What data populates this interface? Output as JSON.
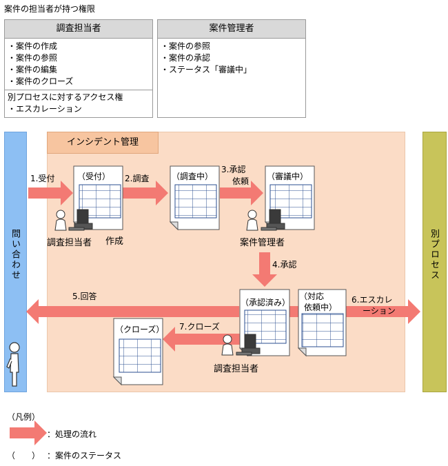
{
  "title": "案件の担当者が持つ権限",
  "roles": {
    "investigator": {
      "heading": "調査担当者",
      "items": [
        "・案件の作成",
        "・案件の参照",
        "・案件の編集",
        "・案件のクローズ"
      ],
      "sub_heading": "別プロセスに対するアクセス権",
      "sub_items": [
        "・エスカレーション"
      ]
    },
    "manager": {
      "heading": "案件管理者",
      "items": [
        "・案件の参照",
        "・案件の承認",
        "・ステータス「審議中」"
      ]
    }
  },
  "lanes": {
    "inquiry": "問い合わせ",
    "incident": "インシデント管理",
    "other_process": "別プロセス"
  },
  "docs": {
    "received": "（受付）",
    "investigating": "（調査中）",
    "deliberating": "（審議中）",
    "approved": "（承認済み）",
    "handling_line1": "（対応",
    "handling_line2": "依頼中）",
    "closed": "（クローズ）"
  },
  "steps": {
    "s1": "1.受付",
    "s2": "2.調査",
    "s3_line1": "3.承認",
    "s3_line2": "依頼",
    "s4": "4.承認",
    "s5": "5.回答",
    "s6_part1": "6.エスカレ",
    "s6_part2": "ーション",
    "s7": "7.クローズ"
  },
  "actors": {
    "investigator_top": "調査担当者",
    "create": "作成",
    "manager": "案件管理者",
    "investigator_bottom": "調査担当者"
  },
  "legend": {
    "heading": "（凡例）",
    "arrow_desc": "：処理の流れ",
    "paren_symbol": "（　　）",
    "paren_desc": "：案件のステータス"
  },
  "colors": {
    "arrow": "#f37a73",
    "inquiry_lane": "#8dbff3",
    "other_lane": "#c8c45a",
    "panel": "#fbdcc6"
  }
}
